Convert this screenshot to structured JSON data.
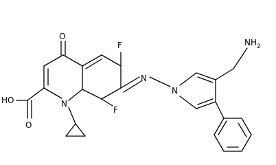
{
  "molecule": {
    "atoms": {
      "f_top": "F",
      "f_right": "F",
      "n_imine": "N",
      "n_pyrrole": "N",
      "n_quinoline": "N",
      "o_ketone": "O",
      "oh": "HO",
      "o_carbonyl": "O",
      "nh2": "NH",
      "nh2_sub": "2"
    }
  }
}
